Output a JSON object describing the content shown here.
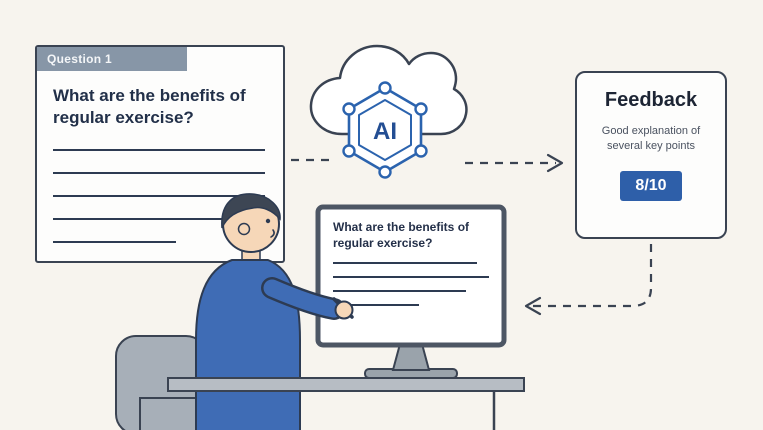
{
  "question_card": {
    "header": "Question 1",
    "question": "What are the benefits of regular exercise?"
  },
  "ai": {
    "label": "AI"
  },
  "feedback_card": {
    "title": "Feedback",
    "body": "Good explanation of several key points",
    "score": "8/10"
  },
  "monitor": {
    "question": "What are the benefits of regular exercise?"
  },
  "colors": {
    "accent_blue": "#2e5fa9",
    "ink": "#2d3b52",
    "header_gray_blue": "#8796a7"
  }
}
